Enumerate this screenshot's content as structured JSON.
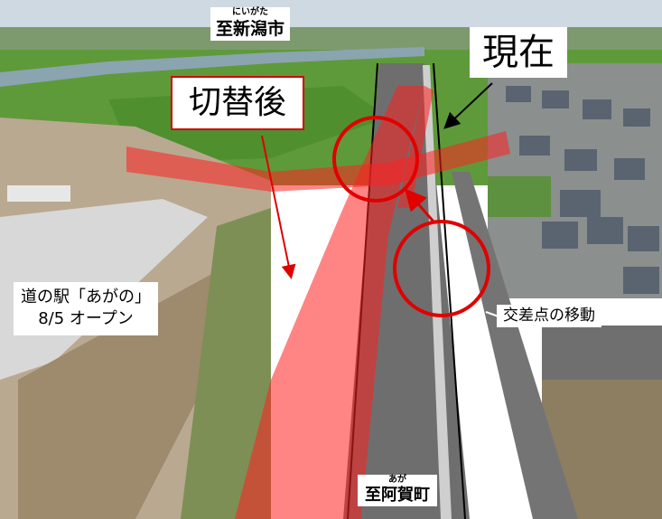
{
  "labels": {
    "to_niigata": {
      "ruby": "にいがた",
      "text": "至新潟市"
    },
    "current": "現在",
    "after_switch": "切替後",
    "station": {
      "line1": "道の駅「あがの」",
      "line2": "8/5 オープン"
    },
    "intersection_move": "交差点の移動",
    "to_agamachi": {
      "ruby": "あが",
      "text": "至阿賀町"
    }
  },
  "colors": {
    "highlight": "#ff2020",
    "marker": "#e00000",
    "sky": "#cfd9e2",
    "field": "#5f9a3a",
    "road": "#6e6e6e",
    "river": "#8aa4b0"
  }
}
